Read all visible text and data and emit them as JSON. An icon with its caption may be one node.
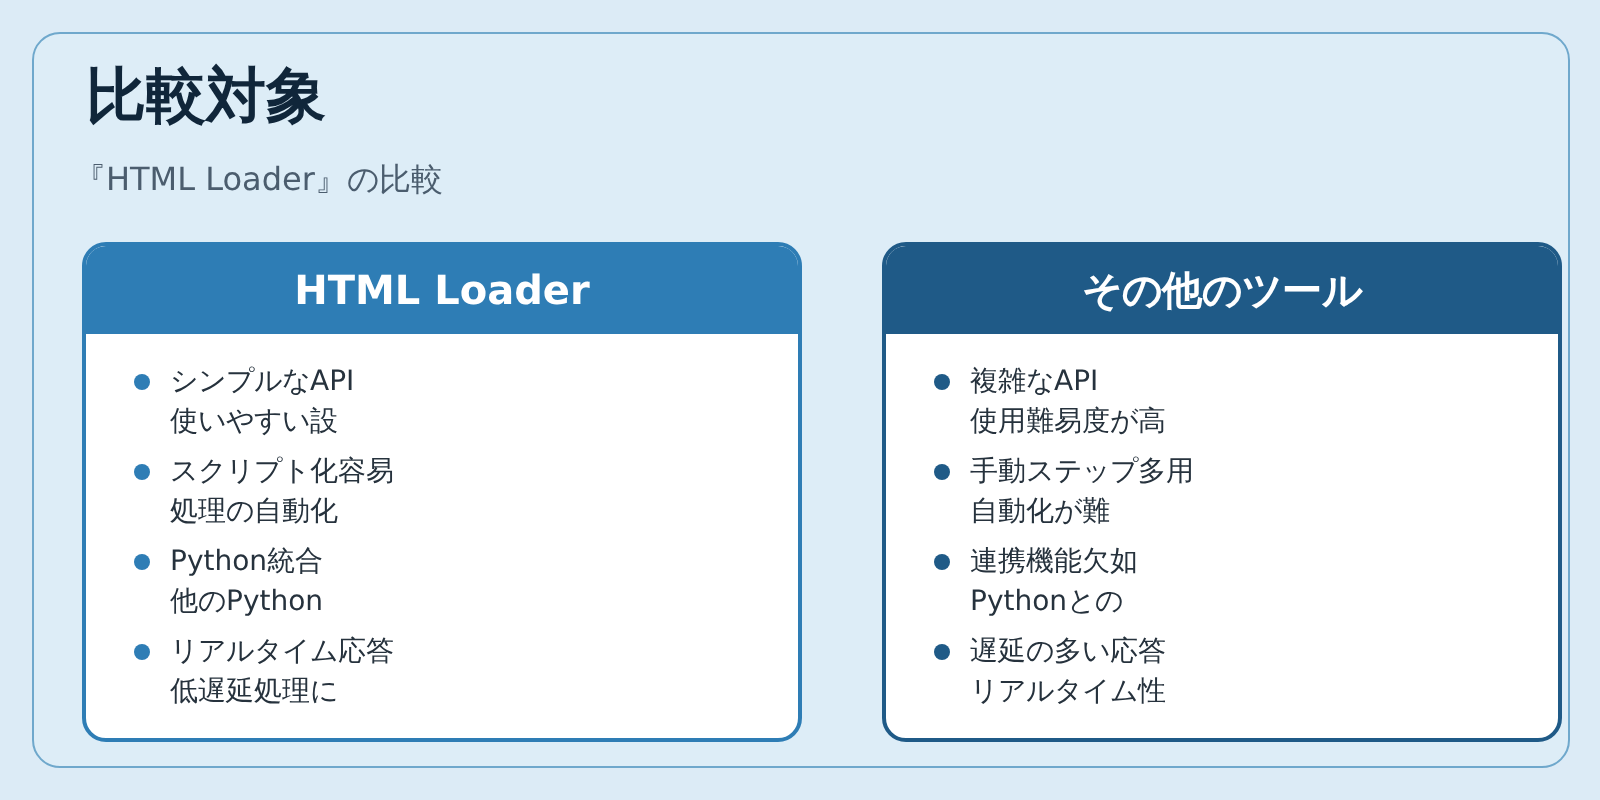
{
  "diagram": {
    "nodes": [
      {
        "text": [
          "比較対象",
          "『HTML Loader』の比較"
        ]
      },
      {
        "text": [
          "HTML Loader",
          "シンプルなAPI",
          "使いやすい設",
          "スクリプト化容易",
          "処理の自動化",
          "Python統合",
          "他のPython",
          "リアルタイム応答",
          "低遅延処理に"
        ],
        "in": 0
      },
      {
        "text": [
          "その他のツール",
          "複雑なAPI",
          "使用難易度が高",
          "手動ステップ多用",
          "自動化が難",
          "連携機能欠如",
          "Pythonとの",
          "遅延の多い応答",
          "リアルタイム性"
        ],
        "in": 0
      }
    ]
  }
}
